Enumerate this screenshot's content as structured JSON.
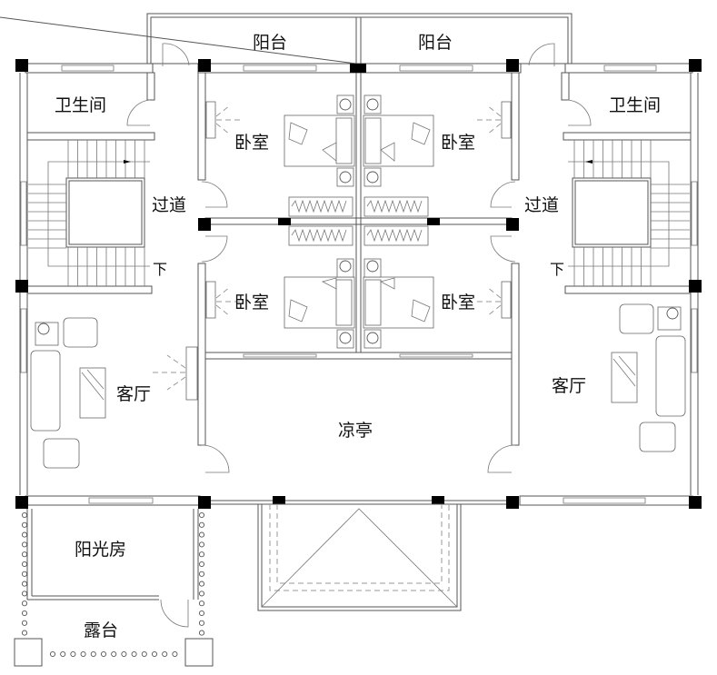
{
  "plan": {
    "rooms": {
      "balcony_left": "阳台",
      "balcony_right": "阳台",
      "bathroom_left": "卫生间",
      "bathroom_right": "卫生间",
      "bedroom_tl": "卧室",
      "bedroom_tr": "卧室",
      "bedroom_bl": "卧室",
      "bedroom_br": "卧室",
      "corridor_left": "过道",
      "corridor_right": "过道",
      "stair_left_down": "下",
      "stair_right_down": "下",
      "living_left": "客厅",
      "living_right": "客厅",
      "pavilion": "凉亭",
      "sunroom": "阳光房",
      "terrace": "露台"
    }
  }
}
